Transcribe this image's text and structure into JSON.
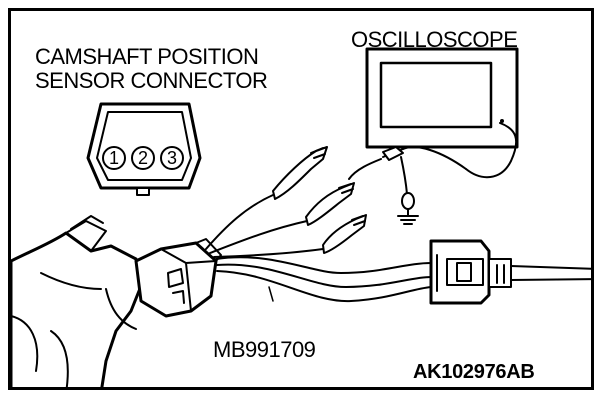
{
  "diagram": {
    "connector_label_line1": "CAMSHAFT POSITION",
    "connector_label_line2": "SENSOR CONNECTOR",
    "oscilloscope_label": "OSCILLOSCOPE",
    "tool_label": "MB991709",
    "figure_code": "AK102976AB",
    "connector_pins": [
      "1",
      "2",
      "3"
    ]
  },
  "colors": {
    "line": "#000000",
    "background": "#ffffff",
    "screen": "#ffffff"
  }
}
